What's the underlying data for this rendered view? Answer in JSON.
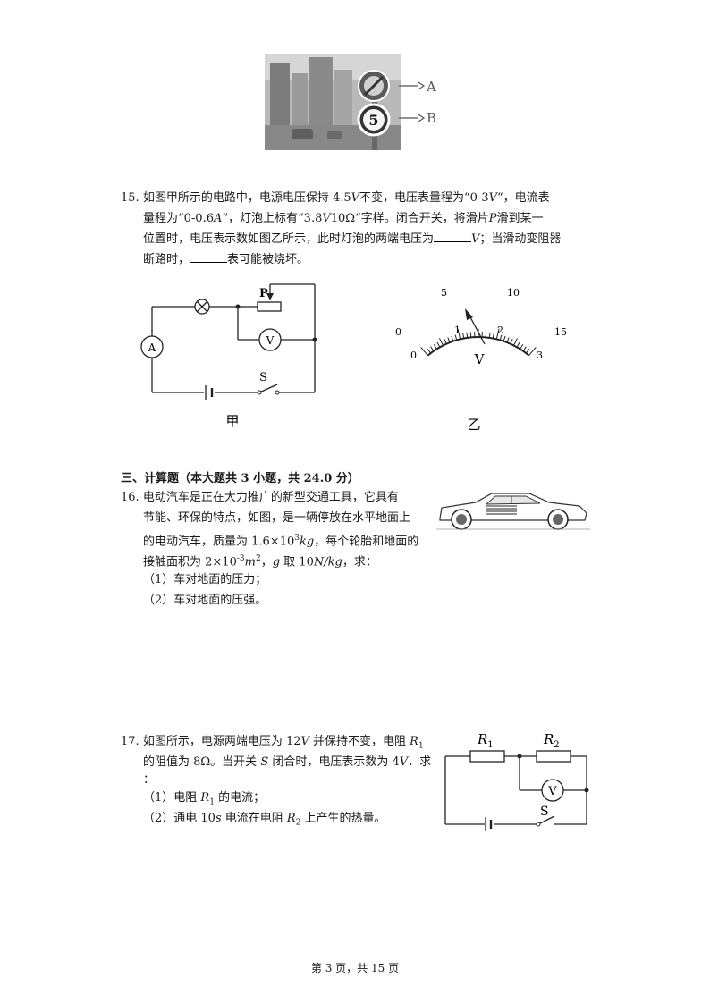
{
  "photo": {
    "label_a": "A",
    "label_b": "B",
    "sign_number": "5"
  },
  "q15": {
    "number": "15.",
    "line1_a": "如图甲所示的电路中，电源电压保持 4.5",
    "unit_v": "V",
    "line1_b": "不变，电压表量程为“0-3",
    "line1_c": "“，电流表",
    "line2_a": "量程为“0-0.6",
    "unit_a": "A",
    "line2_b": "“，灯泡上标有“3.8",
    "line2_c": "10Ω“字样。闭合开关，将滑片",
    "var_p": "P",
    "line2_d": "滑到某一",
    "line3_a": "位置时，电压表示数如图乙所示，此时灯泡的两端电压为",
    "line3_b": "；当滑动变阻器",
    "line4_a": "断路时，",
    "line4_b": "表可能被烧坏。"
  },
  "fig_jia": {
    "label_p": "P",
    "label_a": "A",
    "label_v": "V",
    "label_s": "S",
    "caption": "甲"
  },
  "fig_yi": {
    "outer_ticks": [
      "0",
      "5",
      "10",
      "15"
    ],
    "inner_ticks": [
      "0",
      "1",
      "2",
      "3"
    ],
    "label_v": "V",
    "caption": "乙"
  },
  "section3": {
    "title": "三、计算题（本大题共 3 小题，共 24.0 分）"
  },
  "q16": {
    "number": "16.",
    "line1": "电动汽车是正在大力推广的新型交通工具，它具有",
    "line2": "节能、环保的特点，如图，是一辆停放在水平地面上",
    "line3_a": "的电动汽车，质量为 1.6×10",
    "line3_sup": "3",
    "line3_b": "kg",
    "line3_c": "，每个轮胎和地面的",
    "line4_a": "接触面积为 2×10",
    "line4_sup": "-3",
    "line4_b": "m",
    "line4_sup2": "2",
    "line4_c": "，",
    "line4_g": "g",
    "line4_d": " 取 10",
    "line4_unit": "N/kg",
    "line4_e": "，求：",
    "sub1": "（1）车对地面的压力；",
    "sub2": "（2）车对地面的压强。"
  },
  "q17": {
    "number": "17.",
    "line1_a": "如图所示，电源两端电压为 12",
    "line1_v": "V",
    "line1_b": " 并保持不变，电阻 ",
    "line1_r": "R",
    "line1_sub": "1",
    "line2_a": "的阻值为 8Ω。当开关 ",
    "line2_s": "S",
    "line2_b": " 闭合时，电压表示数为 4",
    "line2_v": "V",
    "line2_c": "．求",
    "line3": "：",
    "sub1_a": "（1）电阻 ",
    "sub1_r": "R",
    "sub1_sub": "1",
    "sub1_b": " 的电流；",
    "sub2_a": "（2）通电 10",
    "sub2_s": "s",
    "sub2_b": " 电流在电阻 ",
    "sub2_r": "R",
    "sub2_sub": "2",
    "sub2_c": " 上产生的热量。"
  },
  "fig17": {
    "r1": "R",
    "r1_sub": "1",
    "r2": "R",
    "r2_sub": "2",
    "v": "V",
    "s": "S"
  },
  "footer": {
    "page": "第 3 页，共 15 页"
  }
}
